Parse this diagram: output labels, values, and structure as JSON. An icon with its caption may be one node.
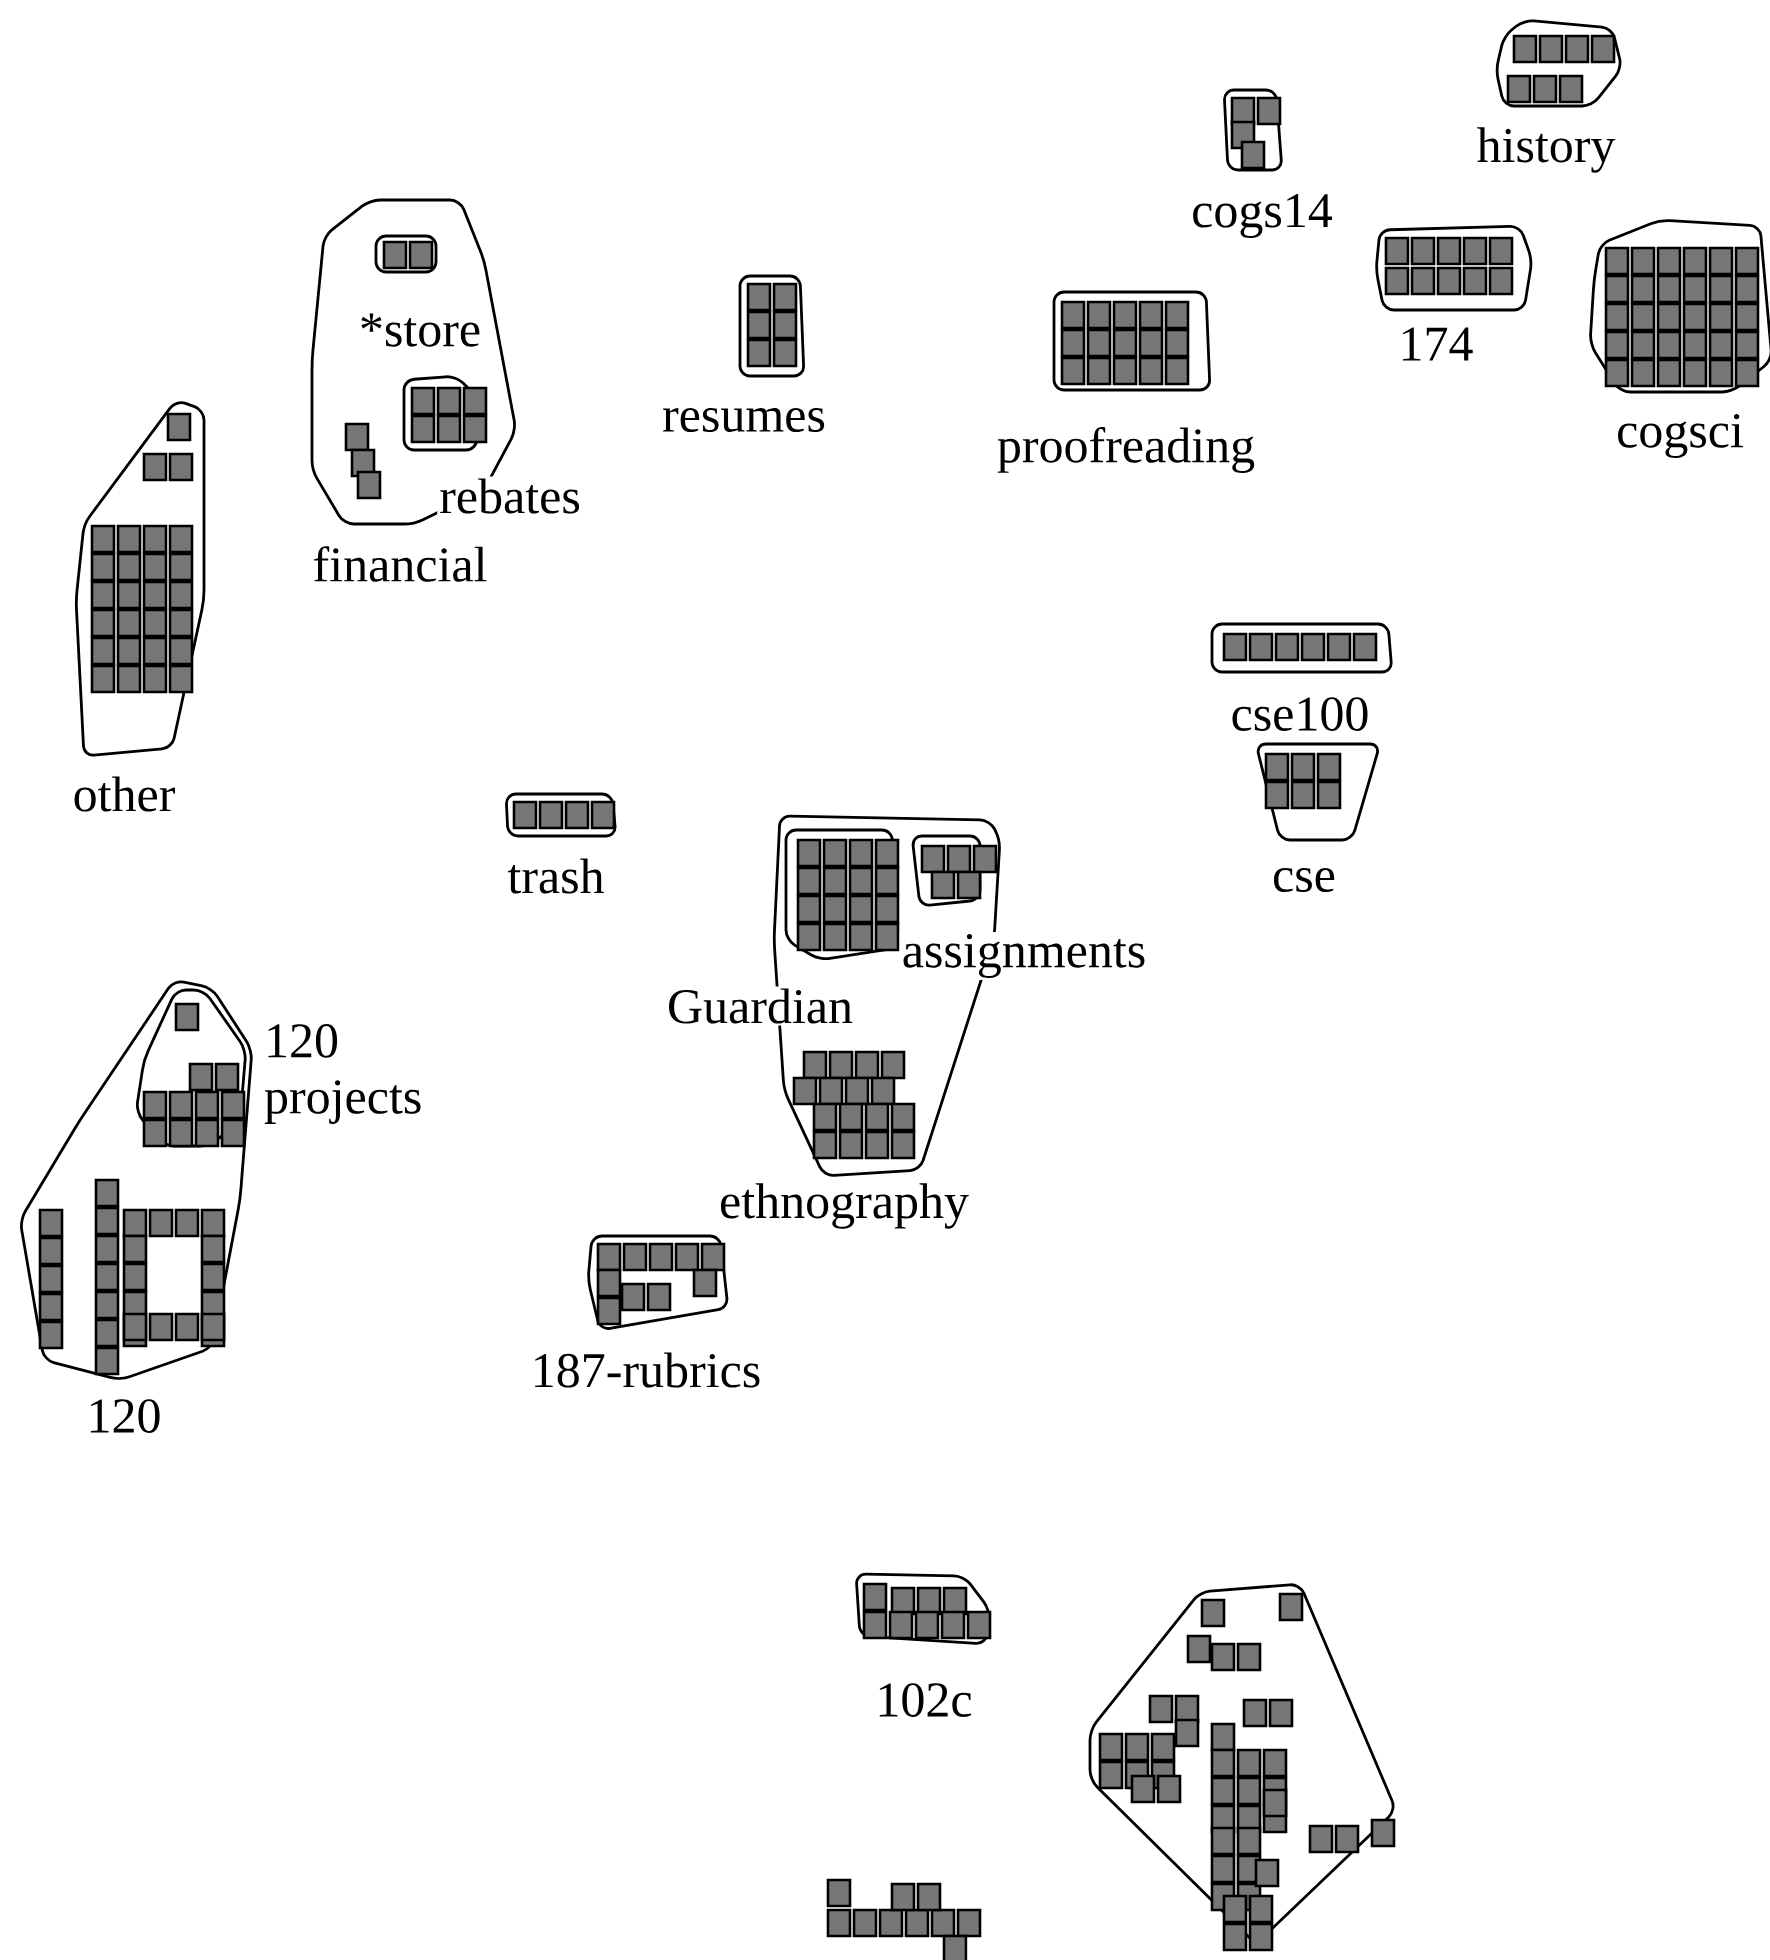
{
  "diagram": {
    "nodes": [
      {
        "text": [
          "history"
        ]
      },
      {
        "text": [
          "cogs14"
        ]
      },
      {
        "text": [
          "financial"
        ]
      },
      {
        "text": [
          "*store"
        ],
        "in": 2
      },
      {
        "text": [
          "174"
        ]
      },
      {
        "text": [
          "cogsci"
        ]
      },
      {
        "text": [
          "resumes"
        ]
      },
      {
        "text": [
          "proofreading"
        ]
      },
      {
        "text": [
          "rebates"
        ]
      },
      {
        "text": [
          "other"
        ]
      },
      {
        "text": [
          "cse100"
        ]
      },
      {
        "text": [
          "cse"
        ]
      },
      {
        "text": [
          "trash"
        ]
      },
      {
        "text": [
          "ethnography"
        ]
      },
      {
        "text": [
          "Guardian"
        ]
      },
      {
        "text": [
          "assignments"
        ]
      },
      {
        "text": [
          "120"
        ]
      },
      {
        "text": [
          "120 projects"
        ],
        "in": 16
      },
      {
        "text": [
          "187-rubrics"
        ]
      },
      {
        "text": [
          "102c"
        ]
      },
      {
        "text": [],
        "shape": "polygon"
      }
    ]
  }
}
